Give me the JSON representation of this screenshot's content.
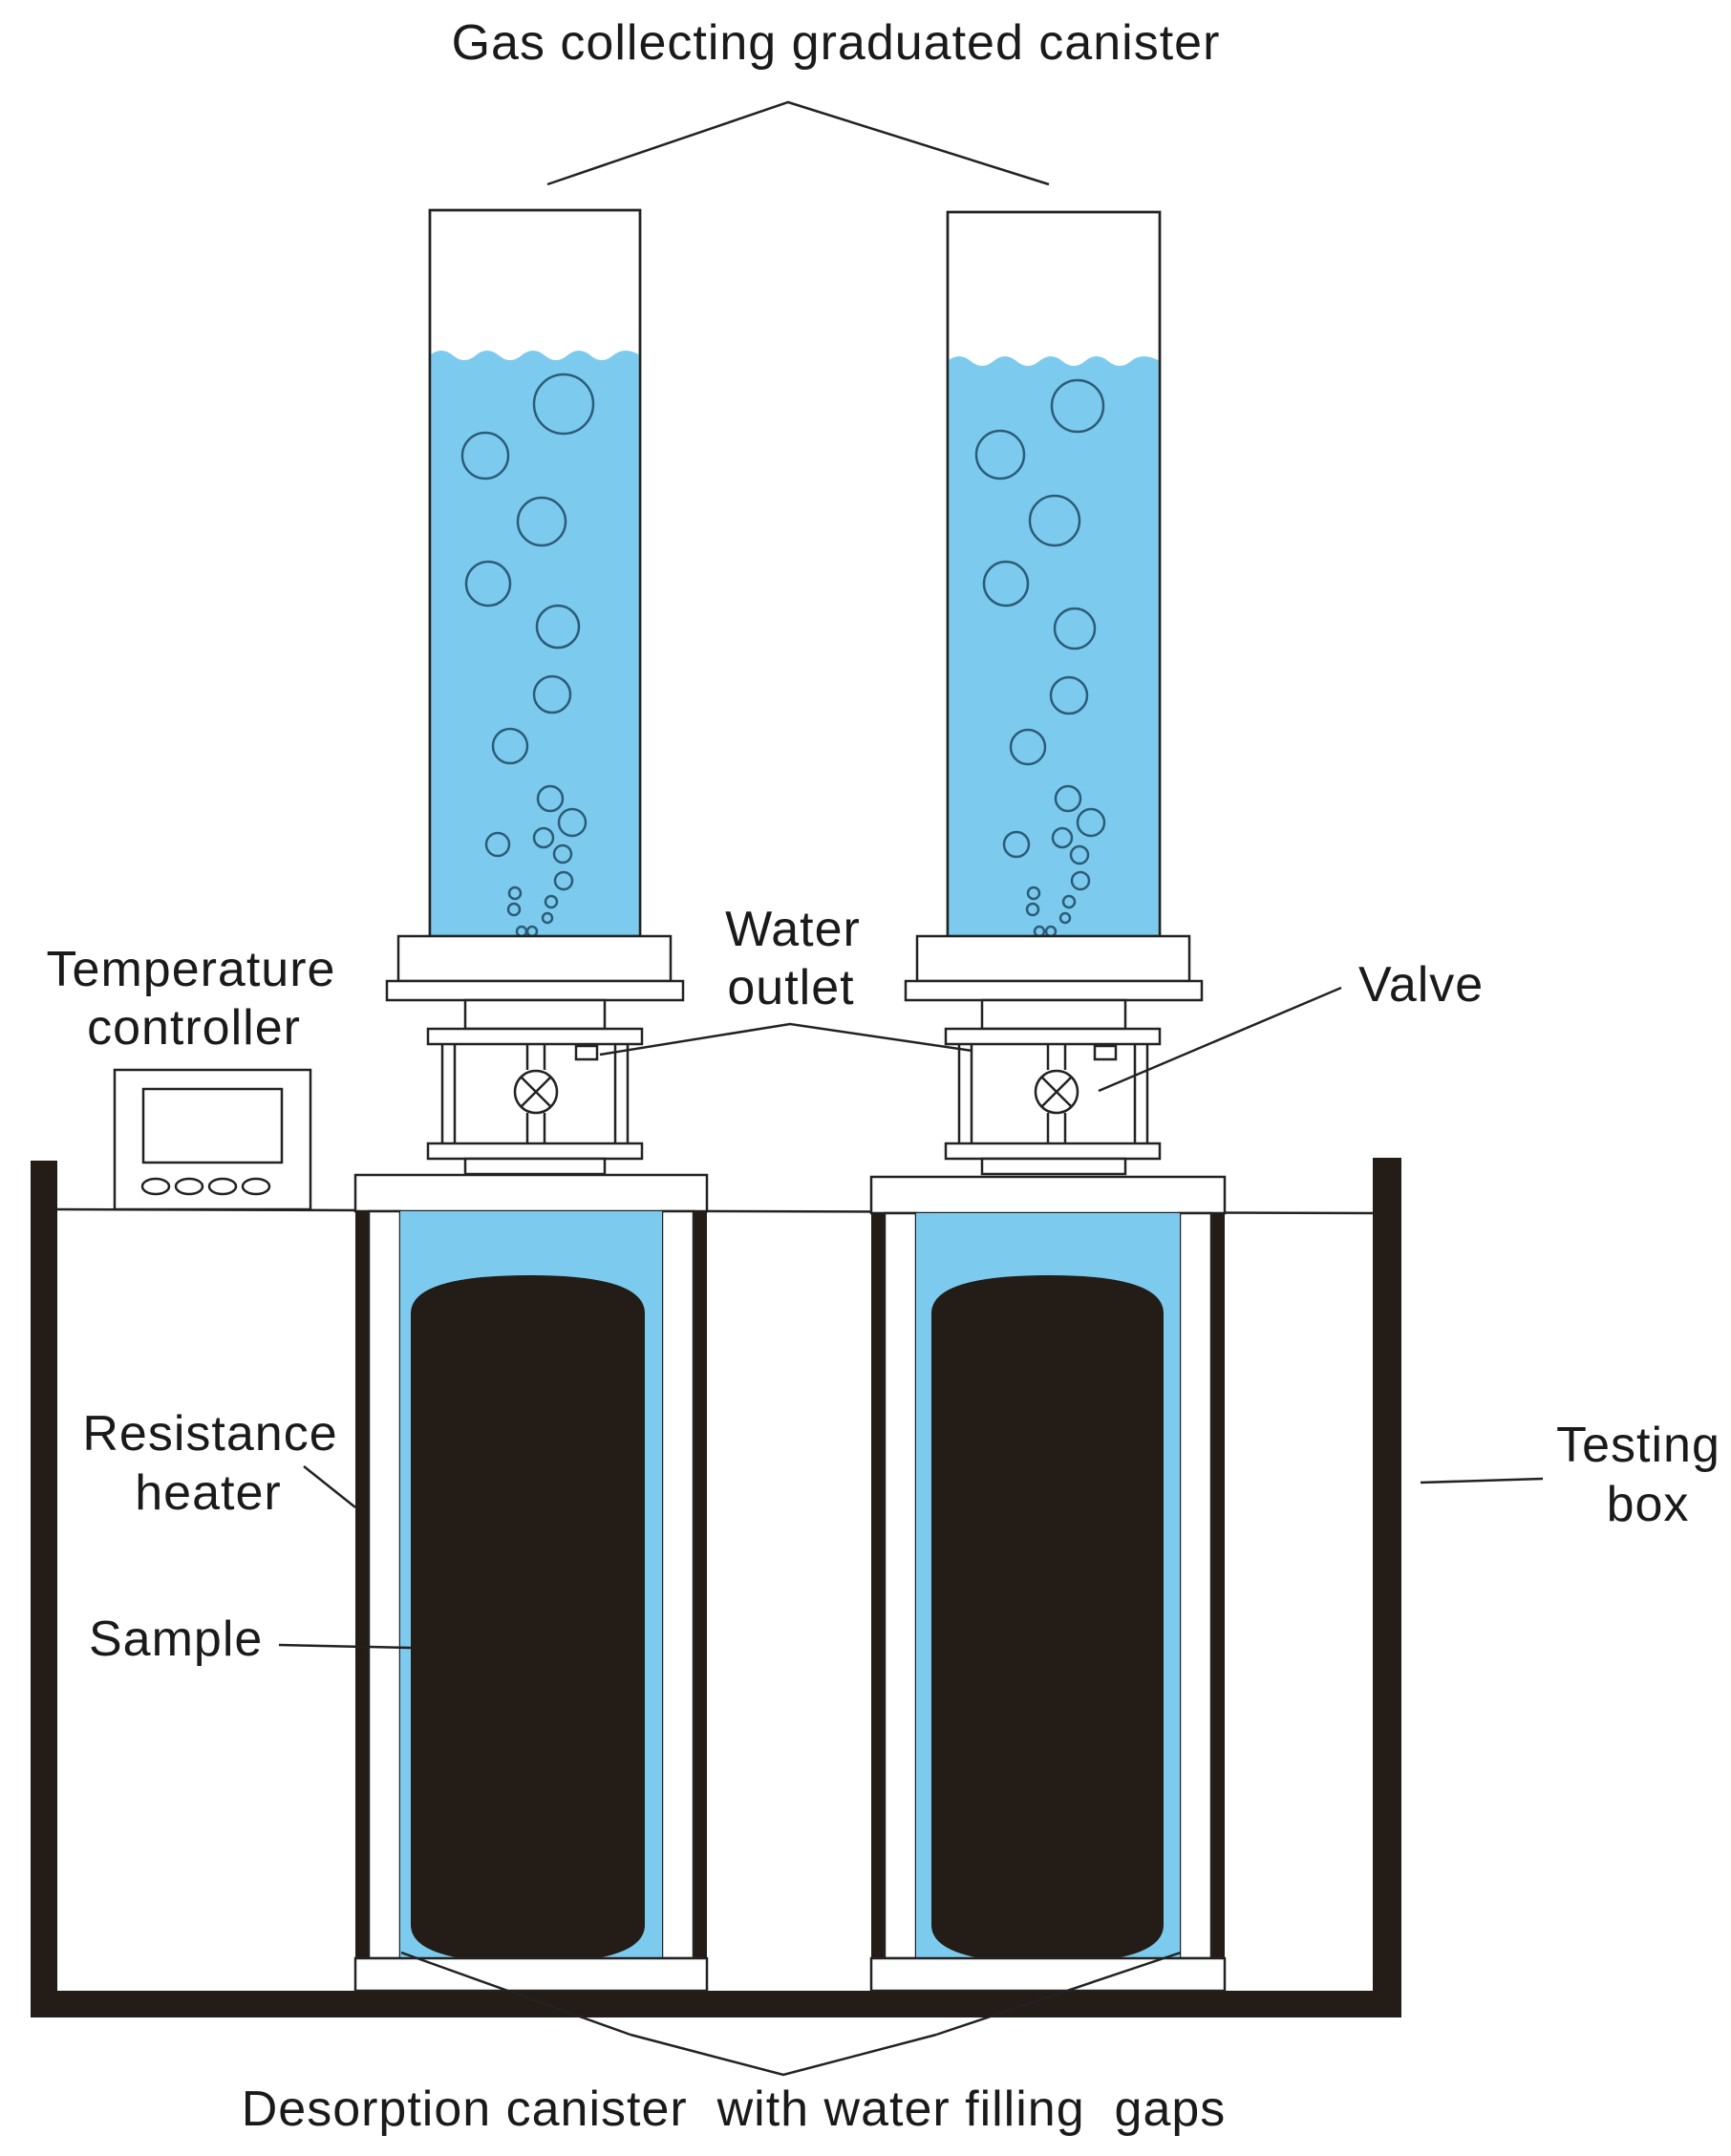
{
  "labels": {
    "gas_collecting": "Gas collecting graduated canister",
    "water_outlet": [
      "Water",
      "outlet"
    ],
    "temperature_controller": [
      "Temperature",
      "controller"
    ],
    "valve": "Valve",
    "resistance_heater": [
      "Resistance",
      "heater"
    ],
    "sample": "Sample",
    "testing_box": [
      "Testing",
      "box"
    ],
    "desorption": "Desorption canister  with water filling  gaps"
  },
  "colors": {
    "water": "#7ccbee",
    "sample": "#231c17",
    "box": "#231c17",
    "bubble": "#2b5c78"
  }
}
